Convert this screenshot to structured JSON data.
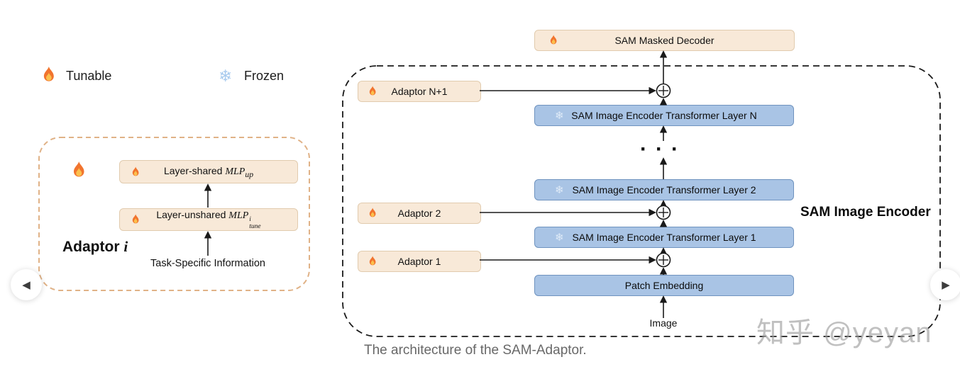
{
  "legend": {
    "tunable_label": "Tunable",
    "frozen_label": "Frozen"
  },
  "adaptor_module": {
    "title": "Adaptor",
    "title_italic": "i",
    "mlp_up": {
      "prefix": "Layer-shared ",
      "math": "MLP",
      "sub": "up"
    },
    "mlp_tune": {
      "prefix": "Layer-unshared ",
      "math": "MLP",
      "sup": "i",
      "sub": "tune"
    },
    "input_label": "Task-Specific Information"
  },
  "encoder": {
    "title": "SAM Image Encoder",
    "decoder_label": "SAM Masked Decoder",
    "layers": [
      "SAM Image Encoder Transformer Layer N",
      "SAM Image Encoder Transformer Layer 2",
      "SAM Image Encoder Transformer Layer 1",
      "Patch Embedding"
    ],
    "adaptors": [
      "Adaptor N+1",
      "Adaptor 2",
      "Adaptor 1"
    ],
    "dots": "···",
    "input_label": "Image"
  },
  "caption": "The architecture of the SAM-Adaptor.",
  "watermark": "知乎 @yeyan",
  "icons": {
    "snowflake": "❄",
    "prev_arrow": "◀",
    "next_arrow": "▶"
  },
  "colors": {
    "tan_fill": "#f8e9d8",
    "tan_border": "#e1cbae",
    "blue_fill": "#a9c4e5",
    "blue_border": "#6f93bf",
    "adaptor_dash": "#e0b287",
    "encoder_dash": "#1a1a1a",
    "caption_gray": "#686868"
  }
}
